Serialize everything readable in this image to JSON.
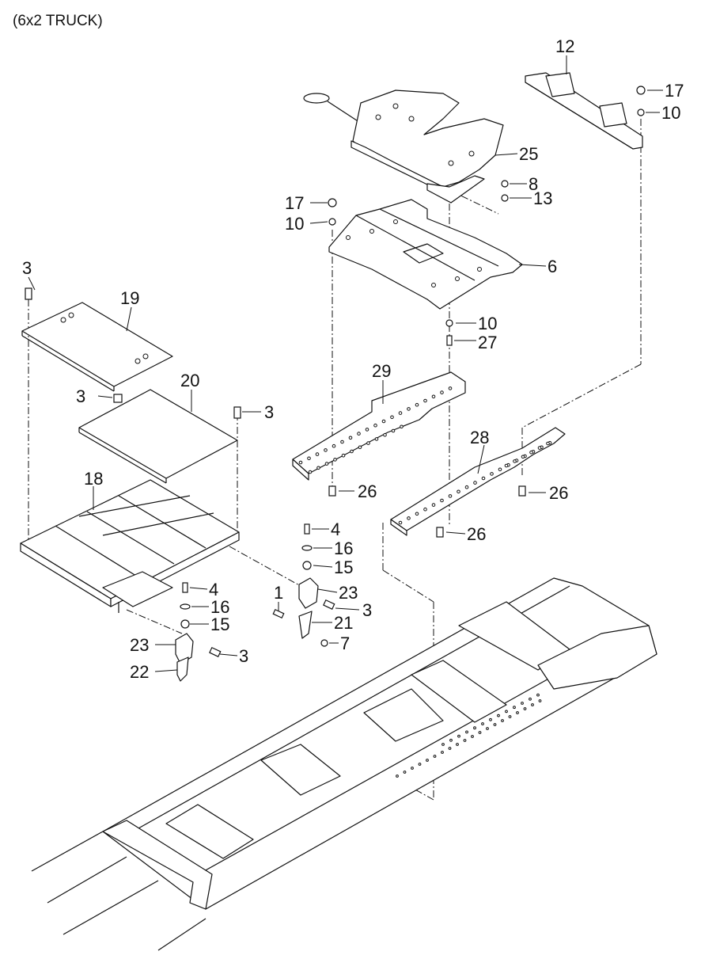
{
  "diagram": {
    "title": "(6x2 TRUCK)",
    "callouts": {
      "c12": "12",
      "c17a": "17",
      "c10a": "10",
      "c25": "25",
      "c8": "8",
      "c13": "13",
      "c17b": "17",
      "c10b": "10",
      "c6": "6",
      "c3a": "3",
      "c19": "19",
      "c10c": "10",
      "c27": "27",
      "c29": "29",
      "c20": "20",
      "c3b": "3",
      "c3c": "3",
      "c28": "28",
      "c18": "18",
      "c26a": "26",
      "c26b": "26",
      "c26c": "26",
      "c4a": "4",
      "c16a": "16",
      "c15a": "15",
      "c1": "1",
      "c23a": "23",
      "c3d": "3",
      "c21": "21",
      "c7": "7",
      "c4b": "4",
      "c16b": "16",
      "c15b": "15",
      "c23b": "23",
      "c3e": "3",
      "c22": "22"
    }
  }
}
